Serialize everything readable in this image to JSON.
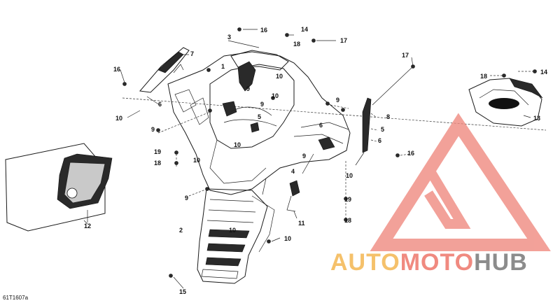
{
  "diagram": {
    "reference_code": "61T1607a",
    "callouts": [
      {
        "id": "c-3",
        "text": "3"
      },
      {
        "id": "c-16a",
        "text": "16"
      },
      {
        "id": "c-14a",
        "text": "14"
      },
      {
        "id": "c-18a",
        "text": "18"
      },
      {
        "id": "c-17a",
        "text": "17"
      },
      {
        "id": "c-17b",
        "text": "17"
      },
      {
        "id": "c-7",
        "text": "7"
      },
      {
        "id": "c-16b",
        "text": "16"
      },
      {
        "id": "c-6a",
        "text": "6"
      },
      {
        "id": "c-10a",
        "text": "10"
      },
      {
        "id": "c-9a",
        "text": "9"
      },
      {
        "id": "c-19a",
        "text": "19"
      },
      {
        "id": "c-18b",
        "text": "18"
      },
      {
        "id": "c-9b",
        "text": "9"
      },
      {
        "id": "c-12",
        "text": "12"
      },
      {
        "id": "c-2",
        "text": "2"
      },
      {
        "id": "c-15",
        "text": "15"
      },
      {
        "id": "c-10b",
        "text": "10"
      },
      {
        "id": "c-9c",
        "text": "9"
      },
      {
        "id": "c-5a",
        "text": "5"
      },
      {
        "id": "c-10c",
        "text": "10"
      },
      {
        "id": "c-4",
        "text": "4"
      },
      {
        "id": "c-9d",
        "text": "9"
      },
      {
        "id": "c-10d",
        "text": "10"
      },
      {
        "id": "c-11",
        "text": "11"
      },
      {
        "id": "c-10e",
        "text": "10"
      },
      {
        "id": "c-9e",
        "text": "9"
      },
      {
        "id": "c-6b",
        "text": "6"
      },
      {
        "id": "c-8",
        "text": "8"
      },
      {
        "id": "c-5b",
        "text": "5"
      },
      {
        "id": "c-6c",
        "text": "6"
      },
      {
        "id": "c-16c",
        "text": "16"
      },
      {
        "id": "c-10f",
        "text": "10"
      },
      {
        "id": "c-19b",
        "text": "19"
      },
      {
        "id": "c-18c",
        "text": "18"
      },
      {
        "id": "c-18d",
        "text": "18"
      },
      {
        "id": "c-14b",
        "text": "14"
      },
      {
        "id": "c-13",
        "text": "13"
      },
      {
        "id": "c-1",
        "text": "1"
      },
      {
        "id": "c-10g",
        "text": "10"
      },
      {
        "id": "c-9f",
        "text": "9"
      },
      {
        "id": "c-10h",
        "text": "10"
      }
    ]
  },
  "watermark": {
    "word_part1": "AUTO",
    "word_part2": "MOTO",
    "word_part3": "HUB",
    "color_part1": "#f5c16b",
    "color_part2": "#f08a80",
    "color_part3": "#8c8c8c",
    "logo_color": "#f08a80"
  }
}
